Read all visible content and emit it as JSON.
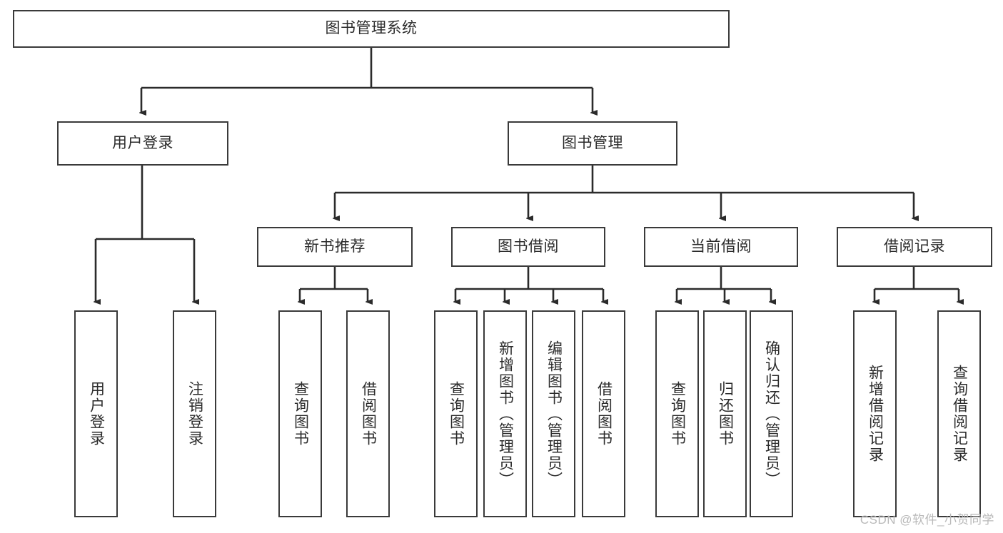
{
  "diagram": {
    "title": "图书管理系统",
    "type": "tree-hierarchy-diagram",
    "colors": {
      "background": "#ffffff",
      "box_border": "#3a3a3a",
      "connector": "#2b2b2b",
      "text": "#2b2b2b",
      "watermark": "#b9b9b9"
    },
    "levels": {
      "root": {
        "label": "图书管理系统"
      },
      "level2": [
        {
          "label": "用户登录"
        },
        {
          "label": "图书管理"
        }
      ],
      "level3": [
        {
          "label": "新书推荐"
        },
        {
          "label": "图书借阅"
        },
        {
          "label": "当前借阅"
        },
        {
          "label": "借阅记录"
        }
      ],
      "leaves": {
        "user_login": [
          {
            "label": "用户登录"
          },
          {
            "label": "注销登录"
          }
        ],
        "new_book_recommend": [
          {
            "label": "查询图书"
          },
          {
            "label": "借阅图书"
          }
        ],
        "book_borrow": [
          {
            "label": "查询图书"
          },
          {
            "label": "新增图书（管理员）"
          },
          {
            "label": "编辑图书（管理员）"
          },
          {
            "label": "借阅图书"
          }
        ],
        "current_borrow": [
          {
            "label": "查询图书"
          },
          {
            "label": "归还图书"
          },
          {
            "label": "确认归还（管理员）"
          }
        ],
        "borrow_record": [
          {
            "label": "新增借阅记录"
          },
          {
            "label": "查询借阅记录"
          }
        ]
      }
    },
    "watermark": "CSDN @软件_小贺同学"
  }
}
